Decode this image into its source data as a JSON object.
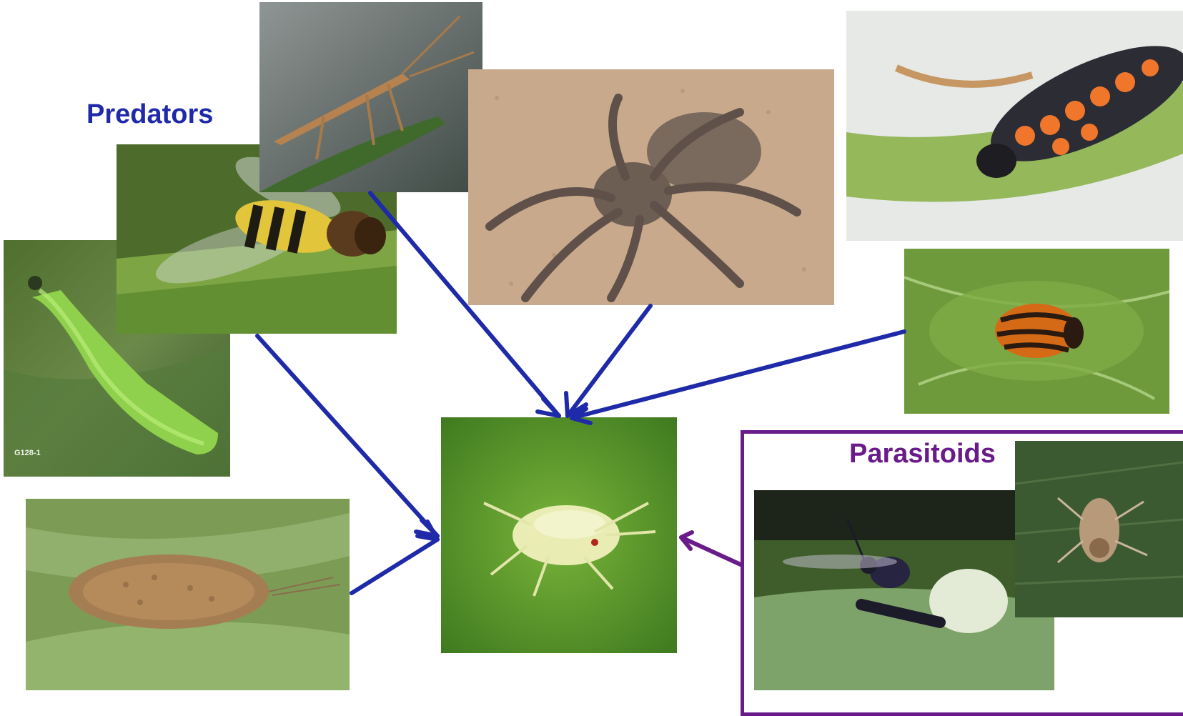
{
  "labels": {
    "predators": "Predators",
    "parasitoids": "Parasitoids"
  },
  "photo_codes": {
    "caterpillar": "G128-1"
  },
  "colors": {
    "predator_arrow": "#1f2aa8",
    "parasitoid_arrow": "#6a1b8a",
    "predators_text": "#1f2aa8",
    "parasitoids_text": "#6a1b8a"
  },
  "photos": [
    {
      "id": "caterpillar",
      "subject": "green syrphid larva"
    },
    {
      "id": "hoverfly",
      "subject": "hoverfly"
    },
    {
      "id": "assassin-bug",
      "subject": "assassin bug"
    },
    {
      "id": "spider",
      "subject": "wolf spider"
    },
    {
      "id": "ladybird-larva",
      "subject": "ladybird larva"
    },
    {
      "id": "ladybird-beetle",
      "subject": "ladybird beetle"
    },
    {
      "id": "lacewing",
      "subject": "brown lacewing"
    },
    {
      "id": "aphid",
      "subject": "aphid"
    },
    {
      "id": "wasp",
      "subject": "parasitoid wasp"
    },
    {
      "id": "mummy",
      "subject": "aphid mummy"
    }
  ]
}
